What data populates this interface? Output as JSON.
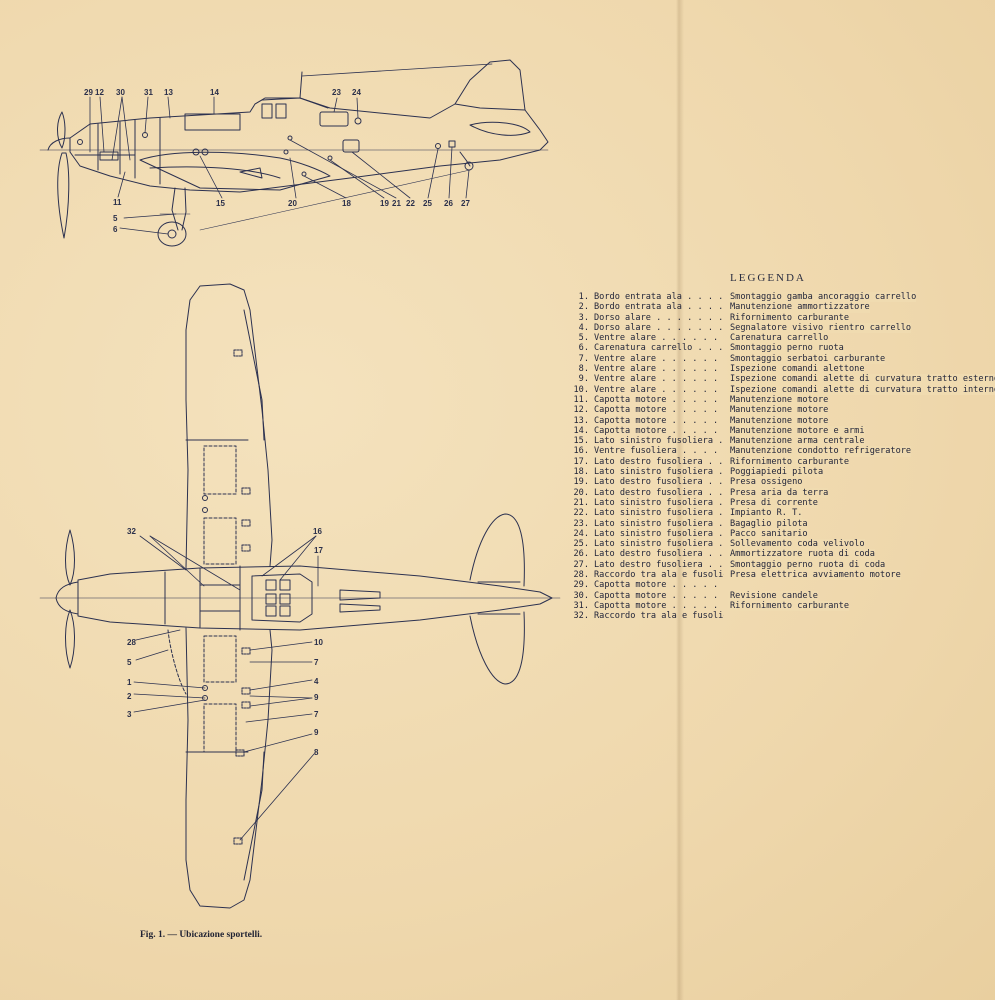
{
  "legend": {
    "title": "LEGGENDA",
    "items": [
      {
        "num": "1.",
        "location": "Bordo entrata ala",
        "action": "Smontaggio gamba ancoraggio carrello"
      },
      {
        "num": "2.",
        "location": "Bordo entrata ala",
        "action": "Manutenzione ammortizzatore"
      },
      {
        "num": "3.",
        "location": "Dorso alare",
        "action": "Rifornimento carburante"
      },
      {
        "num": "4.",
        "location": "Dorso alare",
        "action": "Segnalatore visivo rientro carrello"
      },
      {
        "num": "5.",
        "location": "Ventre alare",
        "action": "Carenatura carrello"
      },
      {
        "num": "6.",
        "location": "Carenatura carrello",
        "action": "Smontaggio perno ruota"
      },
      {
        "num": "7.",
        "location": "Ventre alare",
        "action": "Smontaggio serbatoi carburante"
      },
      {
        "num": "8.",
        "location": "Ventre alare",
        "action": "Ispezione comandi alettone"
      },
      {
        "num": "9.",
        "location": "Ventre alare",
        "action": "Ispezione comandi alette di curvatura tratto esterno"
      },
      {
        "num": "10.",
        "location": "Ventre alare",
        "action": "Ispezione comandi alette di curvatura tratto interno"
      },
      {
        "num": "11.",
        "location": "Capotta motore",
        "action": "Manutenzione motore"
      },
      {
        "num": "12.",
        "location": "Capotta motore",
        "action": "Manutenzione motore"
      },
      {
        "num": "13.",
        "location": "Capotta motore",
        "action": "Manutenzione motore"
      },
      {
        "num": "14.",
        "location": "Capotta motore",
        "action": "Manutenzione motore e armi"
      },
      {
        "num": "15.",
        "location": "Lato sinistro fusoliera",
        "action": "Manutenzione arma centrale"
      },
      {
        "num": "16.",
        "location": "Ventre fusoliera",
        "action": "Manutenzione condotto refrigeratore"
      },
      {
        "num": "17.",
        "location": "Lato destro fusoliera",
        "action": "Rifornimento carburante"
      },
      {
        "num": "18.",
        "location": "Lato sinistro fusoliera",
        "action": "Poggiapiedi pilota"
      },
      {
        "num": "19.",
        "location": "Lato destro fusoliera",
        "action": "Presa ossigeno"
      },
      {
        "num": "20.",
        "location": "Lato destro fusoliera",
        "action": "Presa aria da terra"
      },
      {
        "num": "21.",
        "location": "Lato sinistro fusoliera",
        "action": "Presa di corrente"
      },
      {
        "num": "22.",
        "location": "Lato sinistro fusoliera",
        "action": "Impianto R. T."
      },
      {
        "num": "23.",
        "location": "Lato sinistro fusoliera",
        "action": "Bagaglio pilota"
      },
      {
        "num": "24.",
        "location": "Lato sinistro fusoliera",
        "action": "Pacco sanitario"
      },
      {
        "num": "25.",
        "location": "Lato sinistro fusoliera",
        "action": "Sollevamento coda velivolo"
      },
      {
        "num": "26.",
        "location": "Lato destro fusoliera",
        "action": "Ammortizzatore ruota di coda"
      },
      {
        "num": "27.",
        "location": "Lato destro fusoliera",
        "action": "Smontaggio perno ruota di coda"
      },
      {
        "num": "28.",
        "location": "Raccordo tra ala e fusoliera",
        "action": "Presa elettrica avviamento motore"
      },
      {
        "num": "29.",
        "location": "Capotta motore",
        "action": ""
      },
      {
        "num": "30.",
        "location": "Capotta motore",
        "action": "Revisione candele"
      },
      {
        "num": "31.",
        "location": "Capotta motore",
        "action": "Rifornimento carburante"
      },
      {
        "num": "32.",
        "location": "Raccordo tra ala e fusoliera",
        "action": ""
      }
    ]
  },
  "side_view_labels": [
    "29",
    "12",
    "30",
    "31",
    "13",
    "14",
    "23",
    "24",
    "11",
    "5",
    "6",
    "15",
    "20",
    "18",
    "19",
    "21",
    "22",
    "25",
    "26",
    "27"
  ],
  "plan_view_labels": [
    "32",
    "16",
    "17",
    "28",
    "5",
    "1",
    "2",
    "3",
    "10",
    "7",
    "4",
    "9",
    "7",
    "9",
    "8"
  ],
  "caption": "Fig. 1. — Ubicazione sportelli.",
  "colors": {
    "paper": "#f1ddb5",
    "ink": "#2a2f4a"
  }
}
